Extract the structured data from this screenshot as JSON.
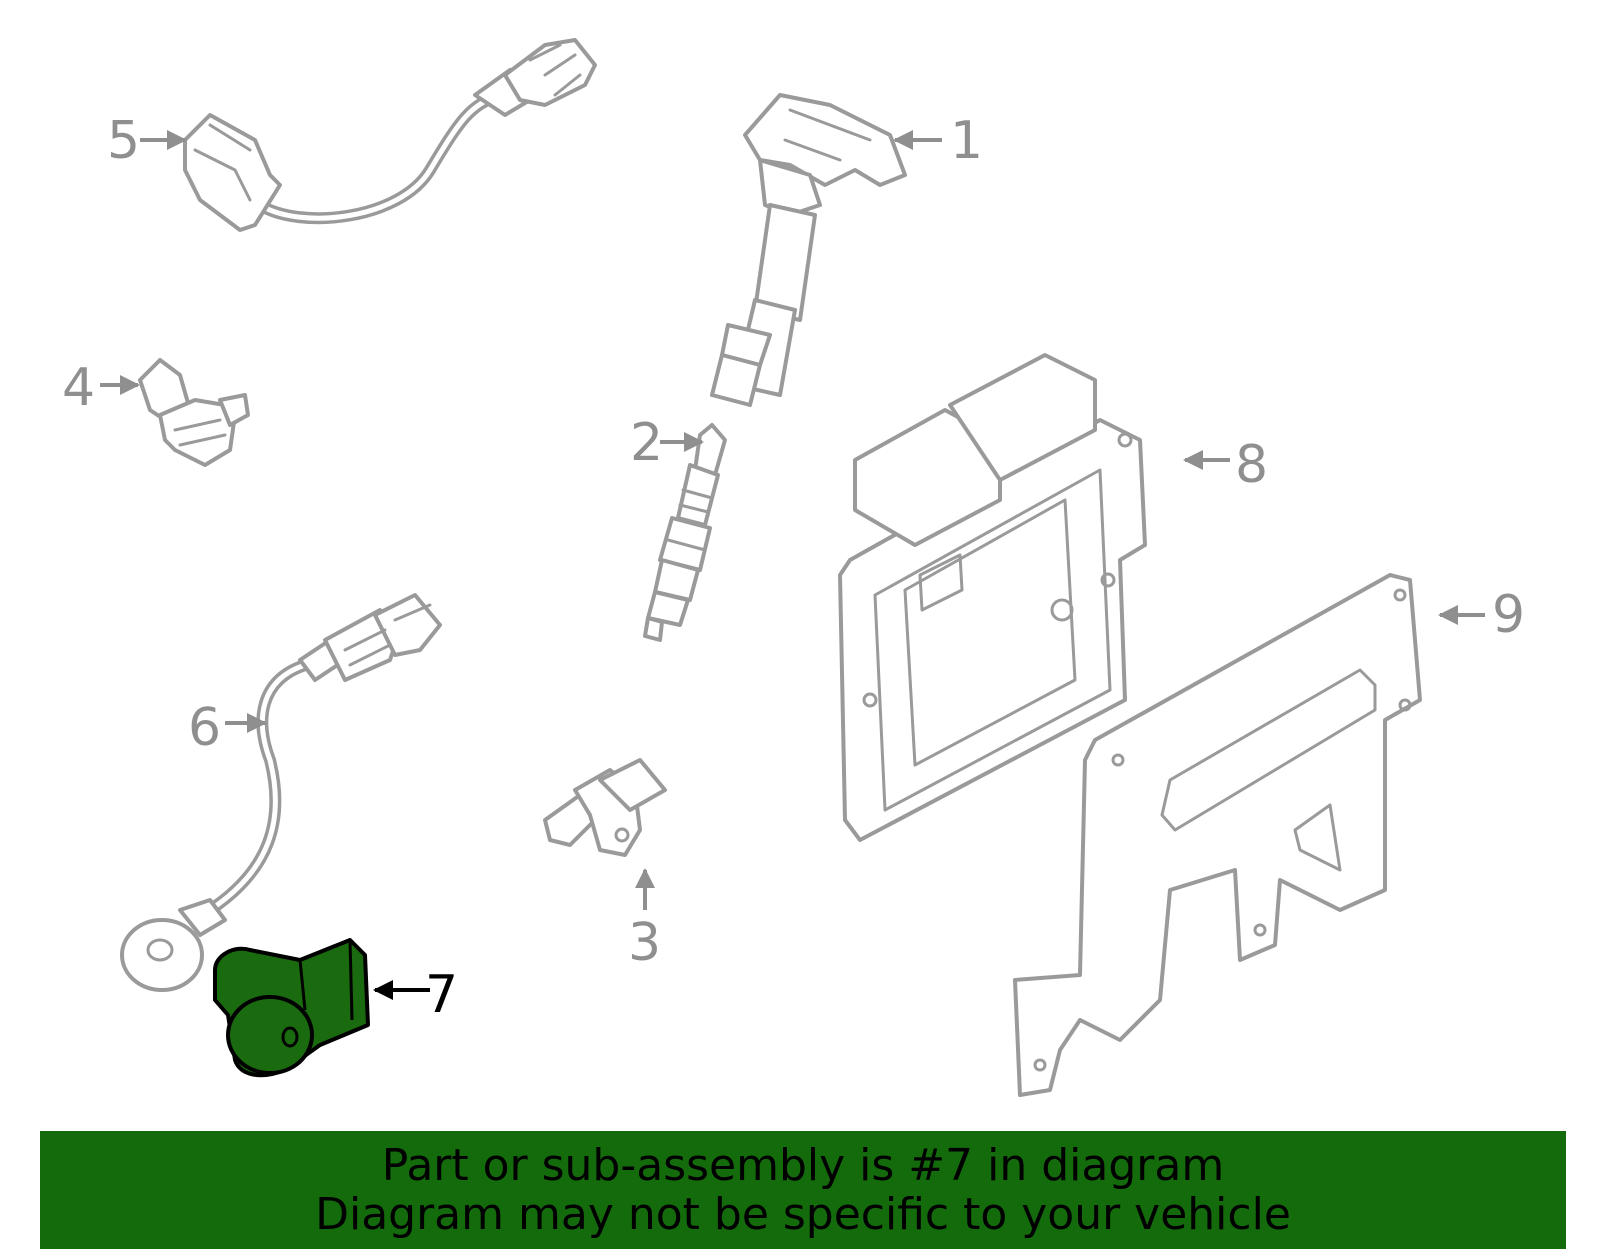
{
  "diagram": {
    "highlighted_part": "7",
    "callouts": [
      "1",
      "2",
      "3",
      "4",
      "5",
      "6",
      "7",
      "8",
      "9"
    ],
    "colors": {
      "line": "#9a9a9a",
      "highlight_fill": "#1a6b0f",
      "banner": "#136b0b"
    }
  },
  "banner": {
    "line1": "Part or sub-assembly is #7 in diagram",
    "line2": "Diagram may not be specific to your vehicle"
  }
}
